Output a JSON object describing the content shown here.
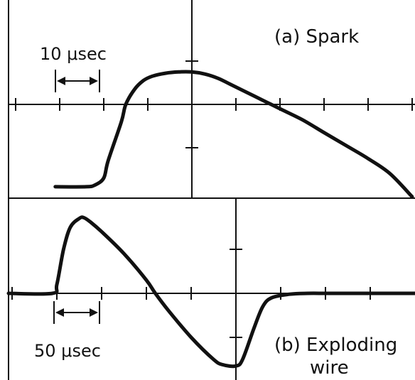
{
  "colors": {
    "trace": "#111111",
    "background": "#ffffff"
  },
  "chart_data": [
    {
      "type": "line",
      "panel": "a",
      "label": "(a) Spark",
      "scale_label": "10 μsec",
      "x_unit": "μsec per division",
      "x_per_division": 10,
      "grid": false,
      "series": [
        {
          "x": [
            -3.1,
            -2.4,
            -2.2,
            -2.0,
            -1.9,
            -1.6,
            -1.5,
            -1.3,
            -1.1,
            -0.9,
            -0.6,
            -0.3,
            0.0,
            0.3,
            0.6,
            0.9,
            1.4,
            2.0,
            2.5,
            3.0,
            3.5,
            4.0,
            4.5,
            5.0
          ],
          "y": [
            -1.9,
            -1.9,
            -1.86,
            -1.7,
            -1.3,
            -0.4,
            0.0,
            0.35,
            0.55,
            0.65,
            0.72,
            0.75,
            0.75,
            0.7,
            0.6,
            0.45,
            0.2,
            -0.1,
            -0.35,
            -0.65,
            -0.95,
            -1.25,
            -1.6,
            -2.2
          ]
        }
      ]
    },
    {
      "type": "line",
      "panel": "b",
      "label_line1": "(b) Exploding",
      "label_line2": "wire",
      "scale_label": "50 μsec",
      "x_unit": "μsec per division",
      "x_per_division": 50,
      "grid": false,
      "series": [
        {
          "x": [
            -5.1,
            -4.1,
            -4.0,
            -3.85,
            -3.7,
            -3.5,
            -3.4,
            -3.25,
            -3.0,
            -2.5,
            -2.0,
            -1.8,
            -1.5,
            -1.0,
            -0.5,
            -0.3,
            0.0,
            0.15,
            0.4,
            0.6,
            0.8,
            1.2,
            1.6,
            2.0,
            2.5,
            3.0,
            3.5,
            4.0
          ],
          "y": [
            0.0,
            0.0,
            0.2,
            1.0,
            1.5,
            1.7,
            1.72,
            1.62,
            1.4,
            0.9,
            0.3,
            0.0,
            -0.4,
            -1.0,
            -1.5,
            -1.62,
            -1.65,
            -1.5,
            -0.8,
            -0.3,
            -0.1,
            -0.02,
            0.0,
            0.0,
            0.0,
            0.0,
            0.0,
            0.0
          ]
        }
      ]
    }
  ]
}
